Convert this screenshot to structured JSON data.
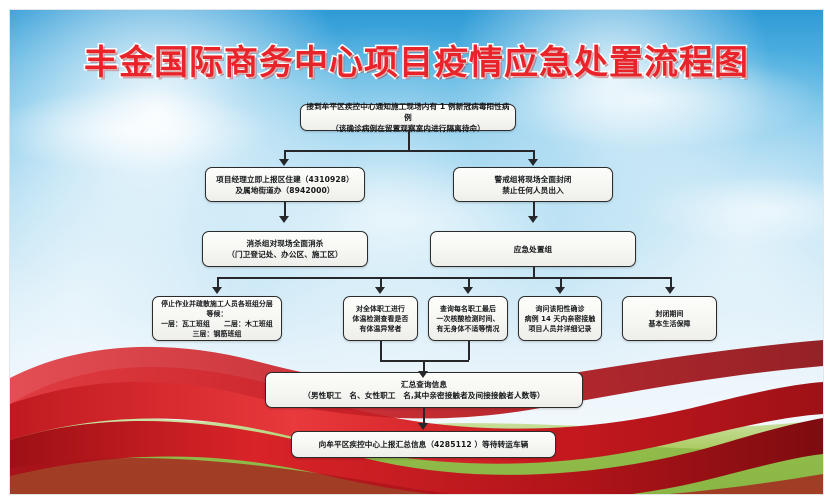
{
  "poster": {
    "title": "丰金国际商务中心项目疫情应急处置流程图",
    "title_color": "#e8232a",
    "title_outline_color": "#ffffff",
    "background": {
      "sky_top_color": "#2e9ad6",
      "sky_bottom_color": "#f7fbfd",
      "ribbon_color": "#d8232a",
      "ribbon_dark_color": "#a8161c",
      "grass_color": "#9bc24a"
    }
  },
  "flow": {
    "node_border_color": "#2b2b2b",
    "node_fill_color": "#f8f8f4",
    "connector_color": "#25272a",
    "nodes": [
      {
        "id": "n1",
        "name": "notification-node",
        "lines": [
          "接到牟平区疾控中心通知施工现场内有 1 例新冠病毒阳性病例",
          "（该确诊病例在留置观察室内进行隔离待命）"
        ]
      },
      {
        "id": "n2",
        "name": "report-node",
        "lines": [
          "项目经理立即上报区住建（4310928）",
          "及属地街道办（8942000）"
        ]
      },
      {
        "id": "n3",
        "name": "seal-site-node",
        "lines": [
          "警戒组将现场全面封闭",
          "禁止任何人员出入"
        ]
      },
      {
        "id": "n4",
        "name": "disinfection-node",
        "lines": [
          "消杀组对现场全面消杀",
          "（门卫登记处、办公区、施工区）"
        ]
      },
      {
        "id": "n5",
        "name": "emergency-team-node",
        "lines": [
          "应急处置组"
        ]
      },
      {
        "id": "n6",
        "name": "stop-work-node",
        "lines": [
          "停止作业并疏散施工人员各班组分层等候：",
          "一层：瓦工班组　　二层：木工班组",
          "三层：钢筋班组"
        ]
      },
      {
        "id": "n7",
        "name": "temperature-check-node",
        "lines": [
          "对全体职工进行",
          "体温检测查看是否",
          "有体温异常者"
        ]
      },
      {
        "id": "n8",
        "name": "nucleic-acid-query-node",
        "lines": [
          "查询每名职工最后",
          "一次核酸检测时间、",
          "有无身体不适等情况"
        ]
      },
      {
        "id": "n9",
        "name": "close-contact-node",
        "lines": [
          "询问该阳性确诊",
          "病例 14 天内亲密接触",
          "项目人员并详细记录"
        ]
      },
      {
        "id": "n10",
        "name": "living-support-node",
        "lines": [
          "封闭期间",
          "基本生活保障"
        ]
      },
      {
        "id": "n11",
        "name": "summary-node",
        "lines": [
          "汇总查询信息",
          "（男性职工　名、女性职工　名,其中亲密接触者及间接接触者人数等）"
        ]
      },
      {
        "id": "n12",
        "name": "final-report-node",
        "lines": [
          "向牟平区疾控中心上报汇总信息（4285112 ）等待转运车辆"
        ]
      }
    ]
  }
}
